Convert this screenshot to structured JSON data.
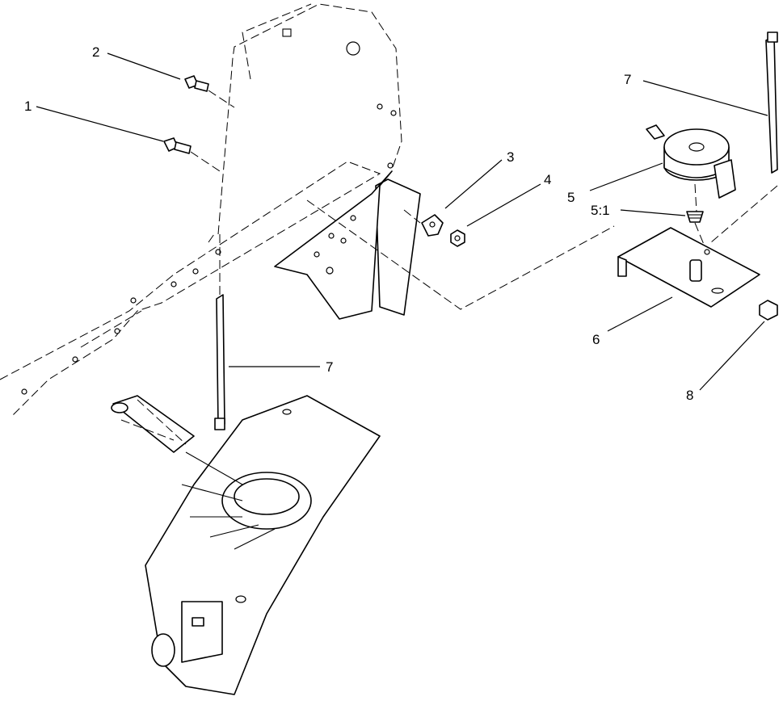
{
  "callouts": {
    "c1": "1",
    "c2": "2",
    "c3": "3",
    "c4": "4",
    "c5": "5",
    "c5_1": "5:1",
    "c6": "6",
    "c7a": "7",
    "c7b": "7",
    "c8": "8"
  }
}
